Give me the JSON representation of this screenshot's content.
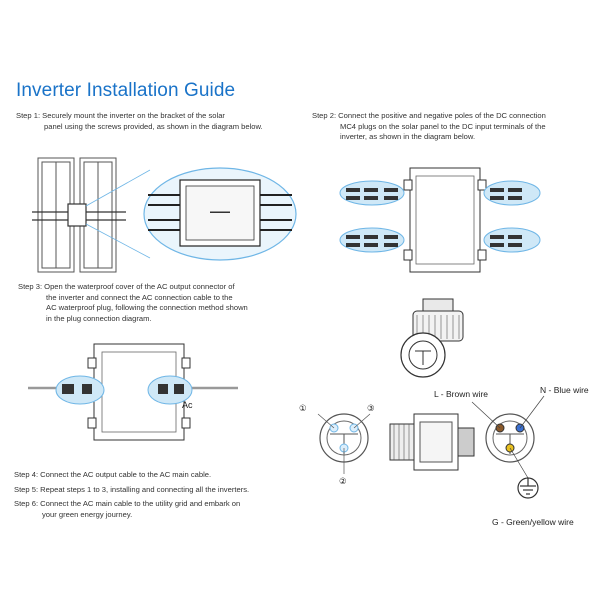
{
  "title": "Inverter Installation Guide",
  "steps": {
    "s1": {
      "lead": "Step 1: Securely mount the inverter on the bracket of the solar",
      "rest": "panel using the screws provided, as shown in the diagram below."
    },
    "s2": {
      "lead": "Step 2: Connect the positive and negative poles of the DC connection",
      "rest1": "MC4 plugs on the solar panel to the DC input terminals of the",
      "rest2": "inverter, as shown in the diagram below."
    },
    "s3": {
      "lead": "Step 3: Open the waterproof cover of the AC output connector of",
      "rest1": "the inverter and connect the AC connection cable to the",
      "rest2": "AC waterproof plug, following the connection method shown",
      "rest3": "in the plug connection diagram."
    },
    "s4": {
      "text": "Step 4: Connect the AC output cable to the AC main cable."
    },
    "s5": {
      "text": "Step 5: Repeat steps 1 to 3, installing and connecting all the inverters."
    },
    "s6": {
      "lead": "Step 6: Connect the AC main cable to the utility grid and embark on",
      "rest": "your green energy journey."
    }
  },
  "labels": {
    "ac": "Ac",
    "brown": "L - Brown wire",
    "blue": "N - Blue wire",
    "green": "G - Green/yellow wire",
    "pin1": "①",
    "pin2": "②",
    "pin3": "③"
  },
  "colors": {
    "title": "#1a73c8",
    "highlight": "#cfe8f7",
    "highlight_stroke": "#6fb6e6"
  }
}
